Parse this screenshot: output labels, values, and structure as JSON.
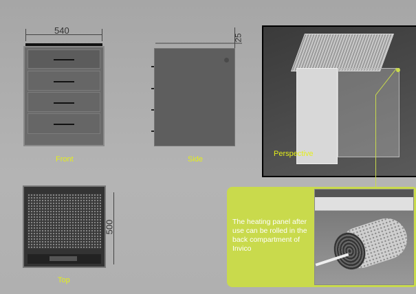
{
  "views": {
    "front": {
      "label": "Front",
      "width_dimension": "540"
    },
    "side": {
      "label": "Side",
      "height_dimension": "25"
    },
    "top": {
      "label": "Top",
      "depth_dimension": "500"
    },
    "perspective": {
      "label": "Perspective"
    }
  },
  "callout": {
    "text": "The heating panel after use can be rolled in the back compartment of Invico"
  },
  "colors": {
    "label": "#e4ef1a",
    "callout_bg": "#c9da4c",
    "background": "#adadad"
  }
}
